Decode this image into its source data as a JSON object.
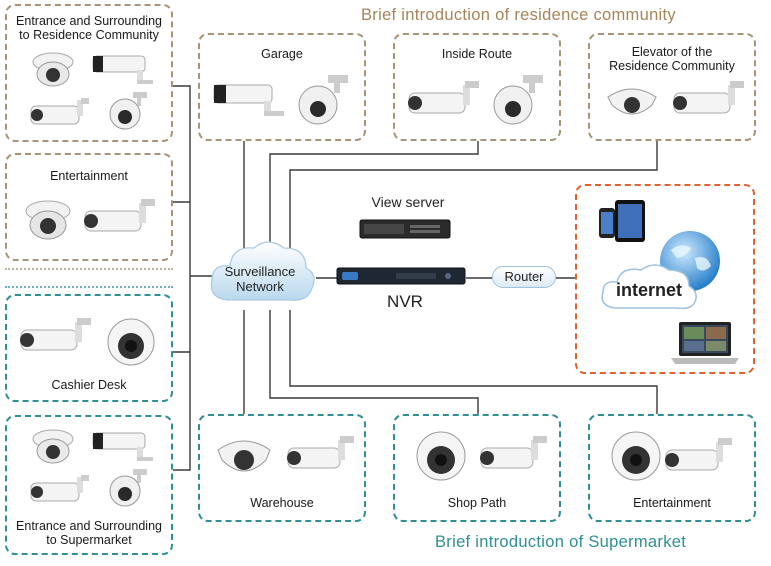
{
  "headings": {
    "residence": "Brief introduction of residence community",
    "supermarket": "Brief introduction of Supermarket"
  },
  "left_boxes": [
    {
      "label_lines": [
        "Entrance and Surrounding",
        "to Residence Community"
      ]
    },
    {
      "label_lines": [
        "Entertainment"
      ]
    },
    {
      "label_lines": [
        "Cashier Desk"
      ]
    },
    {
      "label_lines": [
        "Entrance and Surrounding",
        "to Supermarket"
      ]
    }
  ],
  "top_boxes": [
    {
      "label_lines": [
        "Garage"
      ]
    },
    {
      "label_lines": [
        "Inside Route"
      ]
    },
    {
      "label_lines": [
        "Elevator of the",
        "Residence Community"
      ]
    }
  ],
  "bottom_boxes": [
    {
      "label_lines": [
        "Warehouse"
      ]
    },
    {
      "label_lines": [
        "Shop Path"
      ]
    },
    {
      "label_lines": [
        "Entertainment"
      ]
    }
  ],
  "center": {
    "cloud_lines": [
      "Surveillance",
      "Network"
    ],
    "view_server": "View server",
    "nvr": "NVR",
    "router": "Router",
    "internet": "internet"
  },
  "colors": {
    "residence_border": "#a89478",
    "supermarket_border": "#2f8f93",
    "internet_border": "#e0622e",
    "wire": "#333333"
  }
}
